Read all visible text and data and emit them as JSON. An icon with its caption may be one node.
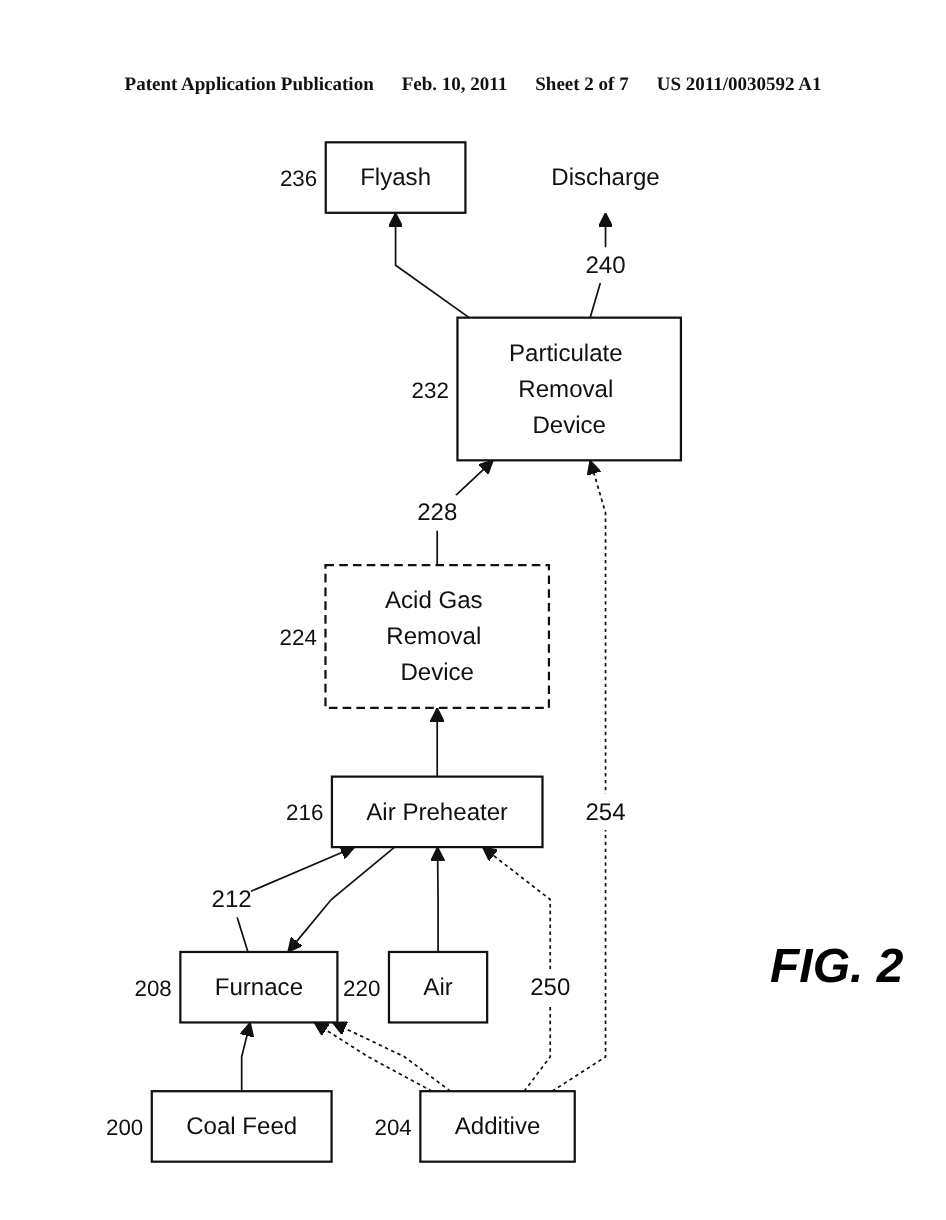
{
  "diagram": {
    "caption": "FIG. 2",
    "nodes": [
      {
        "text": [
          "Coal Feed"
        ],
        "beside": [
          "200"
        ]
      },
      {
        "text": [
          "Additive"
        ],
        "beside": [
          "204"
        ]
      },
      {
        "text": [
          "Furnace"
        ],
        "beside": [
          "208"
        ]
      },
      {
        "text": [
          "Air Preheater"
        ],
        "beside": [
          "216"
        ]
      },
      {
        "text": [
          "Air"
        ],
        "beside": [
          "220"
        ]
      },
      {
        "text": [
          "Acid Gas Removal Device"
        ],
        "beside": [
          "224"
        ]
      },
      {
        "text": [
          "Particulate Removal Device"
        ],
        "beside": [
          "232"
        ]
      },
      {
        "text": [
          "Flyash"
        ],
        "beside": [
          "236"
        ]
      },
      {
        "text": [
          "Discharge"
        ]
      }
    ],
    "edges": [
      {
        "from": 0,
        "to": 2,
        "arrow": "to"
      },
      {
        "from": 1,
        "to": 2,
        "arrow": "to",
        "style": "dashed"
      },
      {
        "from": 1,
        "to": 2,
        "arrow": "to",
        "style": "dashed"
      },
      {
        "from": 2,
        "to": 3,
        "arrow": "to",
        "label": "212"
      },
      {
        "from": 3,
        "to": 2,
        "arrow": "to"
      },
      {
        "from": 1,
        "to": 3,
        "arrow": "to",
        "style": "dashed",
        "label": "250"
      },
      {
        "from": 4,
        "to": 3,
        "arrow": "to"
      },
      {
        "from": 3,
        "to": 5,
        "arrow": "to"
      },
      {
        "from": 5,
        "to": 6,
        "arrow": "to",
        "label": "228"
      },
      {
        "from": 1,
        "to": 6,
        "arrow": "to",
        "style": "dashed",
        "label": "254"
      },
      {
        "from": 6,
        "to": 7,
        "arrow": "to"
      },
      {
        "from": 6,
        "to": 8,
        "arrow": "to",
        "label": "240"
      }
    ],
    "labels": [
      "Patent Application Publication",
      "Feb. 10, 2011",
      "Sheet 2 of 7",
      "US 2011/0030592 A1"
    ]
  }
}
